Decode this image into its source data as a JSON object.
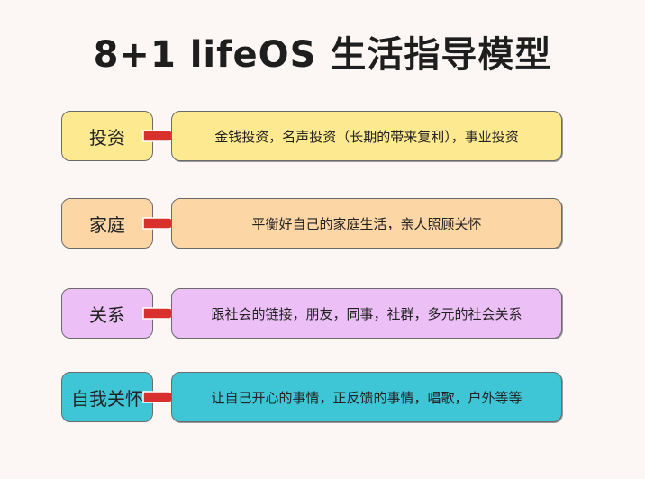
{
  "title": "8+1 lifeOS 生活指导模型",
  "rows": [
    {
      "label": "投资",
      "desc": "金钱投资，名声投资（长期的带来复利），事业投资",
      "color": "#fde98f"
    },
    {
      "label": "家庭",
      "desc": "平衡好自己的家庭生活，亲人照顾关怀",
      "color": "#fdd6a6"
    },
    {
      "label": "关系",
      "desc": "跟社会的链接，朋友，同事，社群，多元的社会关系",
      "color": "#ecbff6"
    },
    {
      "label": "自我关怀",
      "desc": "让自己开心的事情，正反馈的事情，唱歌，户外等等",
      "color": "#3fc6d6"
    }
  ],
  "arrow_color": "#d8302c"
}
